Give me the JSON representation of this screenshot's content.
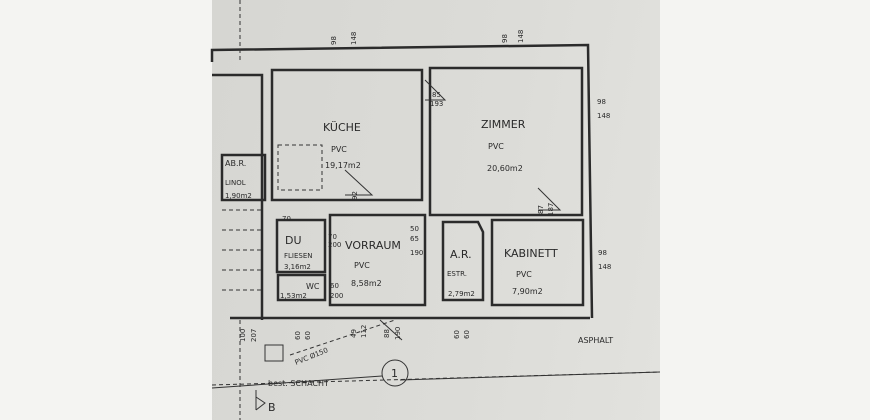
{
  "rooms": [
    {
      "name": "KÜCHE",
      "floor": "PVC",
      "area": "19,17m2"
    },
    {
      "name": "ZIMMER",
      "floor": "PVC",
      "area": "20,60m2"
    },
    {
      "name": "KABINETT",
      "floor": "PVC",
      "area": "7,90m2"
    },
    {
      "name": "VORRAUM",
      "floor": "PVC",
      "area": "8,58m2"
    },
    {
      "name": "DU",
      "floor": "FLIESEN",
      "area": "3,16m2"
    },
    {
      "name": "WC",
      "area": "1,53m2"
    },
    {
      "name": "A.R.",
      "floor": "ESTR.",
      "area": "2,79m2"
    },
    {
      "name": "AB.R.",
      "floor": "LINOL",
      "area": "1,90m2"
    }
  ],
  "dimensions": [
    "98",
    "148",
    "85",
    "193",
    "98",
    "148",
    "98",
    "148",
    "92",
    "87",
    "187",
    "70",
    "70",
    "200",
    "50",
    "65",
    "190",
    "60",
    "200",
    "98",
    "148",
    "100",
    "207",
    "60",
    "60",
    "49",
    "112",
    "88",
    "190",
    "60",
    "60"
  ],
  "annotations": {
    "pipe": "PVC Ø150",
    "shaft": "best. SCHACHT",
    "surface": "ASPHALT",
    "axis": "1",
    "section": "B"
  }
}
